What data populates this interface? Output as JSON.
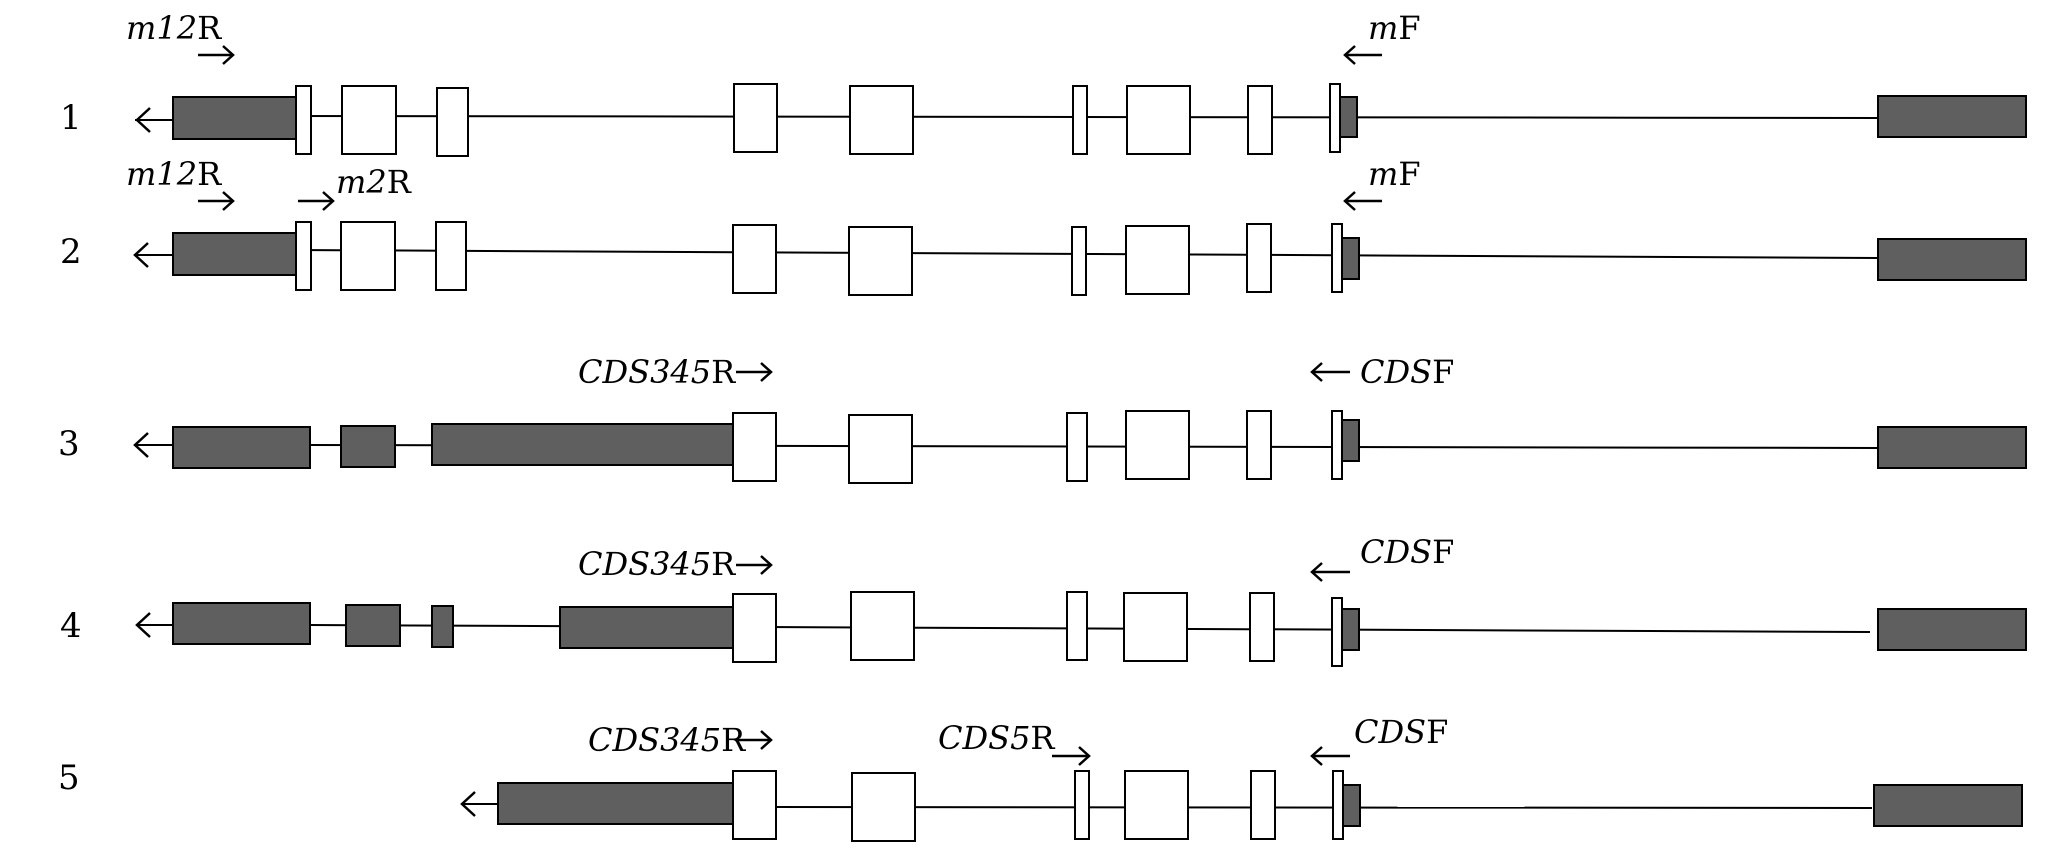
{
  "rows": [
    {
      "label": "1"
    },
    {
      "label": "2"
    },
    {
      "label": "3"
    },
    {
      "label": "4"
    },
    {
      "label": "5"
    }
  ],
  "primers": [
    {
      "italic": "m12",
      "plain": "R"
    },
    {
      "italic": "m",
      "plain": "F"
    },
    {
      "italic": "m12",
      "plain": "R"
    },
    {
      "italic": "m2",
      "plain": "R"
    },
    {
      "italic": "m",
      "plain": "F"
    },
    {
      "italic": "CDS345",
      "plain": "R"
    },
    {
      "italic": "CDS",
      "plain": "F"
    },
    {
      "italic": "CDS345",
      "plain": "R"
    },
    {
      "italic": "CDS",
      "plain": "F"
    },
    {
      "italic": "CDS345",
      "plain": "R"
    },
    {
      "italic": "CDS5",
      "plain": "R"
    },
    {
      "italic": "CDS",
      "plain": "F"
    }
  ],
  "colors": {
    "dark_exon": "#5f5f5f",
    "open_exon": "#ffffff",
    "line": "#000000"
  }
}
